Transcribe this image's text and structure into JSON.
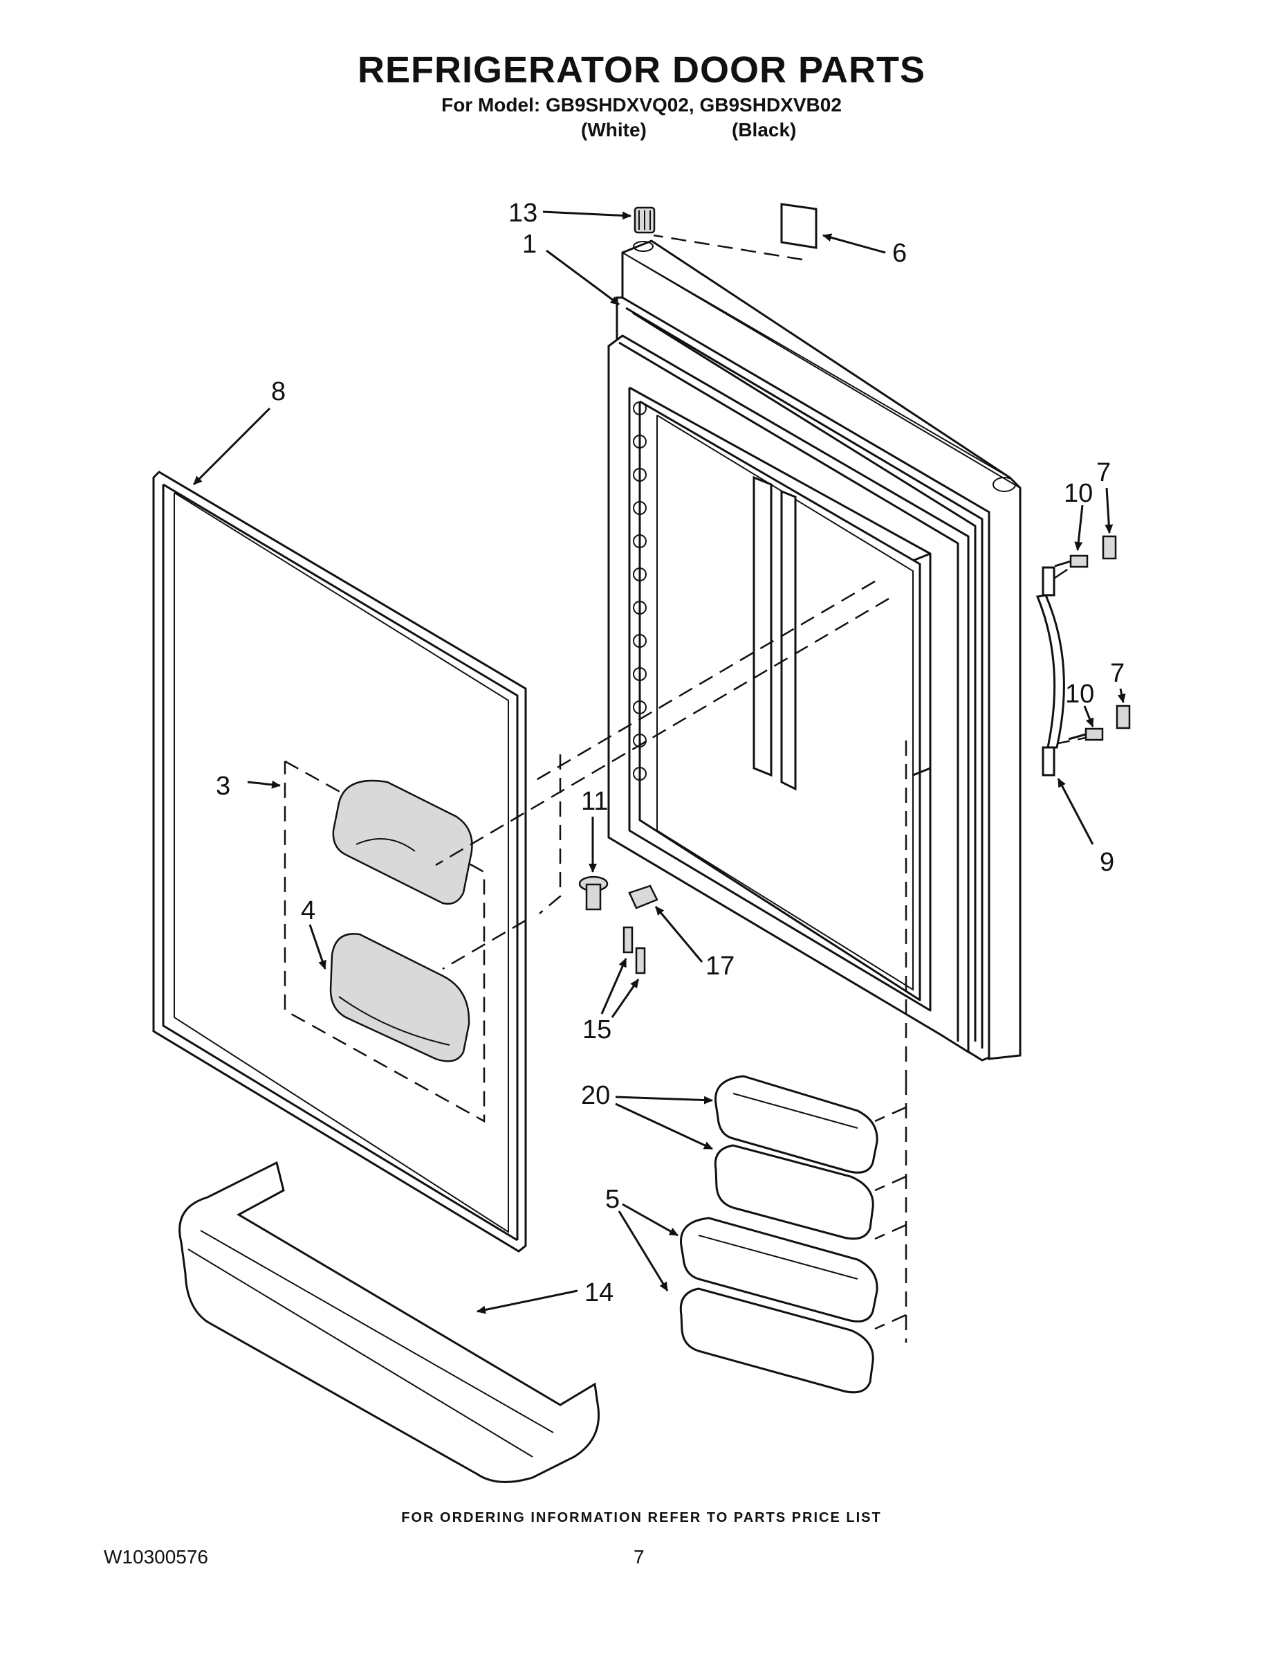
{
  "header": {
    "title": "REFRIGERATOR DOOR PARTS",
    "subtitle": "For Model: GB9SHDXVQ02, GB9SHDXVB02",
    "variant_white": "(White)",
    "variant_black": "(Black)"
  },
  "callouts": {
    "c1": "1",
    "c3": "3",
    "c4": "4",
    "c5": "5",
    "c6": "6",
    "c7a": "7",
    "c7b": "7",
    "c8": "8",
    "c9": "9",
    "c10a": "10",
    "c10b": "10",
    "c11": "11",
    "c13": "13",
    "c14": "14",
    "c15": "15",
    "c17": "17",
    "c20": "20"
  },
  "footer": {
    "ordering_note": "FOR ORDERING INFORMATION REFER TO PARTS PRICE LIST",
    "document_id": "W10300576",
    "page_number": "7"
  }
}
